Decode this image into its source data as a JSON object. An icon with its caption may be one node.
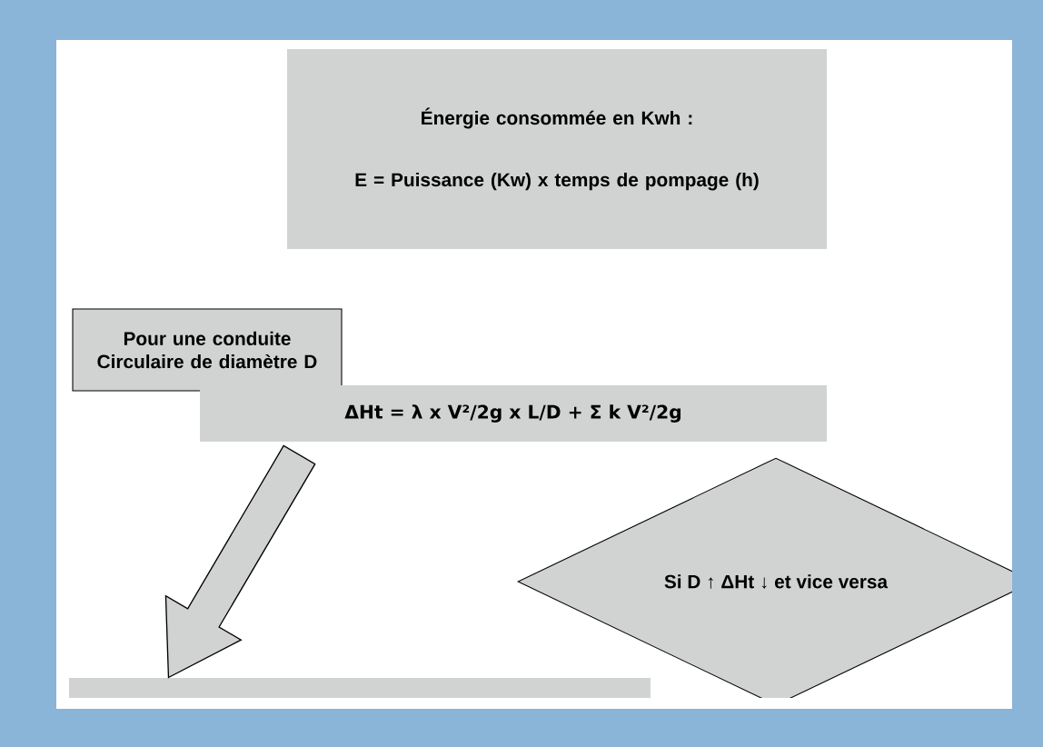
{
  "diagram": {
    "nodes": [
      {
        "text": [
          "Énergie consommée en Kwh :",
          "E = Puissance (Kw) x temps de pompage (h)"
        ]
      },
      {
        "text": [
          "Pour une conduite Circulaire de diamètre D"
        ]
      },
      {
        "text": [
          "ΔHt = λ x V²/2g x L/D + Σ k V²/2g"
        ]
      },
      {
        "text": [],
        "shape": "bar"
      },
      {
        "text": [
          "Si D ↑ ΔHt ↓ et vice versa"
        ]
      }
    ],
    "edges": [
      {
        "from": 2,
        "to": 3,
        "arrow": "to"
      }
    ]
  }
}
